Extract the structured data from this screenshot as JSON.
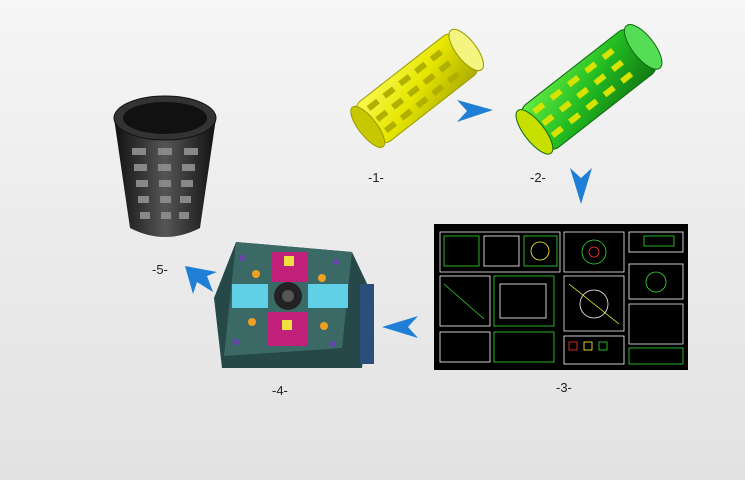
{
  "steps": [
    {
      "label": "-1-",
      "icon": "yellow-plastic-part-icon"
    },
    {
      "label": "-2-",
      "icon": "green-mold-analysis-icon"
    },
    {
      "label": "-3-",
      "icon": "cad-drawing-icon"
    },
    {
      "label": "-4-",
      "icon": "mold-assembly-icon"
    },
    {
      "label": "-5-",
      "icon": "finished-black-part-icon"
    }
  ],
  "colors": {
    "arrow": "#1f7fd6",
    "part_yellow": "#e6e600",
    "part_green": "#22bb22",
    "drawing_bg": "#000000",
    "mold_base": "#2e5d5d",
    "mold_magenta": "#c0207a",
    "mold_cyan": "#5fd0e6",
    "part_black": "#222222"
  }
}
